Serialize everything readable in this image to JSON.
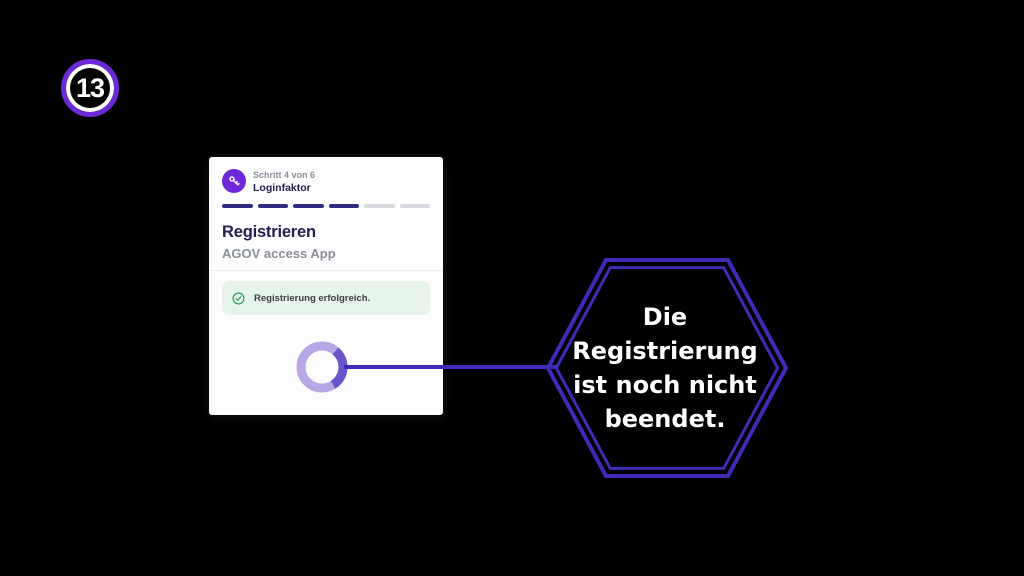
{
  "step_badge": {
    "number": "13"
  },
  "card": {
    "step_label": "Schritt 4 von 6",
    "step_name": "Loginfaktor",
    "progress": {
      "total": 6,
      "completed": 4
    },
    "title": "Registrieren",
    "subtitle": "AGOV access App",
    "success_message": "Registrierung erfolgreich."
  },
  "callout": {
    "lines": [
      "Die",
      "Registrierung",
      "ist noch nicht",
      "beendet."
    ],
    "text": "Die Registrierung ist noch nicht beendet."
  },
  "colors": {
    "accent_purple": "#3e2cb8",
    "icon_purple": "#6d28d9",
    "progress_active": "#312e81",
    "progress_inactive": "#d6d9de",
    "success_bg": "#e5f3ea",
    "success_green": "#1a9a52",
    "spinner_light": "#b7a7e6",
    "spinner_dark": "#6c55c8"
  }
}
